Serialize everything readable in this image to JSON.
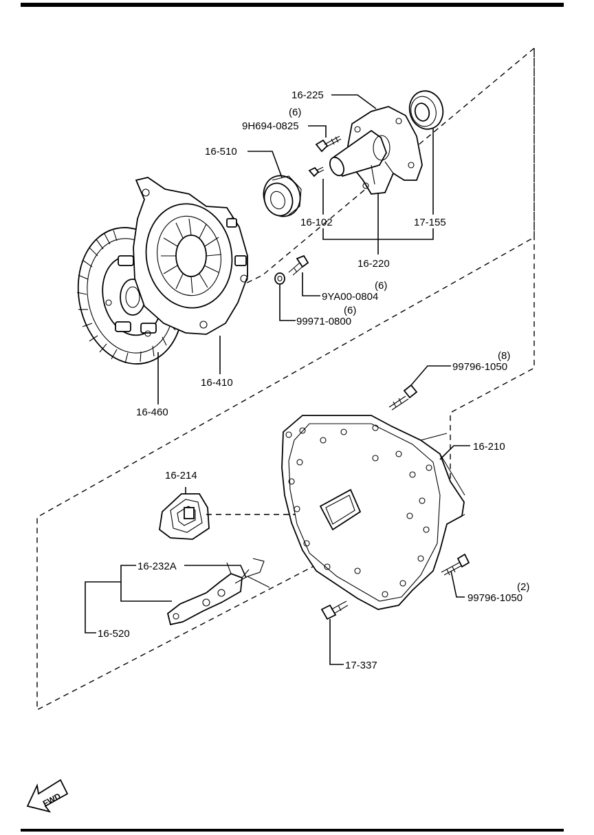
{
  "labels": {
    "p16_225": "16-225",
    "q6_a": "(6)",
    "p9H694": "9H694-0825",
    "p16_510": "16-510",
    "p16_102": "16-102",
    "p17_155": "17-155",
    "p16_220": "16-220",
    "q6_b": "(6)",
    "p9YA00": "9YA00-0804",
    "q6_c": "(6)",
    "p99971": "99971-0800",
    "p16_410": "16-410",
    "p16_460": "16-460",
    "q8": "(8)",
    "p99796_a": "99796-1050",
    "p16_210": "16-210",
    "p16_214": "16-214",
    "p16_232A": "16-232A",
    "p16_520": "16-520",
    "q2": "(2)",
    "p99796_b": "99796-1050",
    "p17_337": "17-337",
    "fwd": "FWD"
  },
  "icons": {
    "clutch_disc": "clutch-disc-icon",
    "pressure_plate": "pressure-plate-icon",
    "release_bearing": "release-bearing-icon",
    "bearing_17_155": "bearing-icon",
    "release_collar": "release-collar-icon",
    "clutch_housing": "clutch-housing-icon",
    "boot": "rubber-boot-icon",
    "release_fork": "release-fork-icon",
    "fwd_arrow": "fwd-arrow-icon"
  }
}
